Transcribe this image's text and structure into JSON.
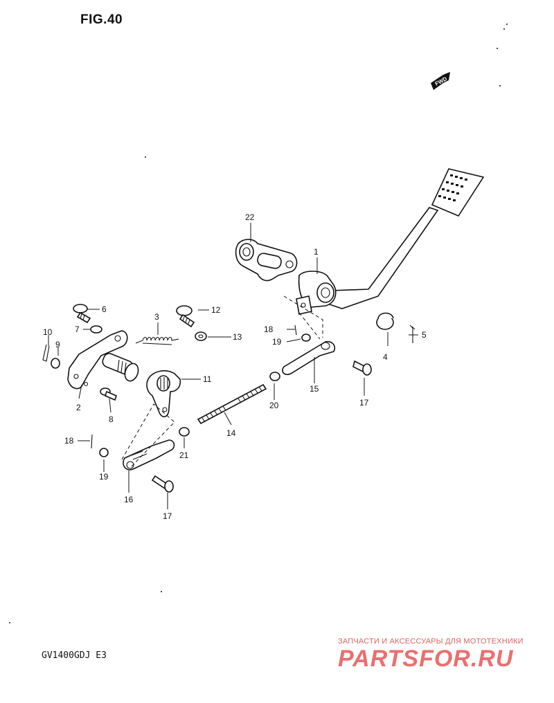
{
  "figure": {
    "title": "FIG.40",
    "model_code": "GV1400GDJ  E3"
  },
  "fwd_badge": {
    "label": "FWD",
    "icon": "fwd-arrow-icon"
  },
  "pedal_marking": {
    "icon": "pedal-rubber-pattern-icon"
  },
  "callouts": {
    "c1": "1",
    "c2": "2",
    "c3": "3",
    "c4": "4",
    "c5": "5",
    "c6": "6",
    "c7": "7",
    "c8": "8",
    "c9": "9",
    "c10": "10",
    "c11": "11",
    "c12": "12",
    "c13": "13",
    "c14": "14",
    "c15": "15",
    "c16": "16",
    "c17a": "17",
    "c17b": "17",
    "c18a": "18",
    "c18b": "18",
    "c19a": "19",
    "c19b": "19",
    "c20": "20",
    "c21": "21",
    "c22": "22"
  },
  "watermark": {
    "tagline": "ЗАПЧАСТИ И АКСЕССУАРЫ ДЛЯ МОТОТЕХНИКИ",
    "brand": "PARTSFOR.RU",
    "color": "#e06060"
  }
}
